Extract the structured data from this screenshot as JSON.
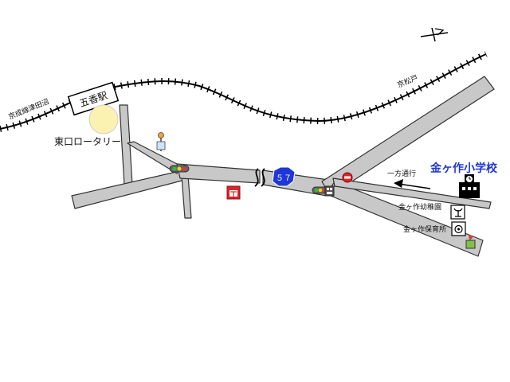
{
  "map": {
    "railway": {
      "line_left_label": "京成線津田沼",
      "line_right_label": "京松戸"
    },
    "station": {
      "name": "五香駅"
    },
    "rotary": {
      "label": "東口ロータリー"
    },
    "route_number": "５７",
    "one_way": {
      "label": "一方通行"
    },
    "school": {
      "name": "金ヶ作小学校"
    },
    "kindergarten": {
      "name": "金ヶ作幼稚園"
    },
    "nursery": {
      "name": "金ヶ作保育所"
    },
    "colors": {
      "road_fill": "#c8c8c8",
      "road_edge": "#333333",
      "rail": "#000000",
      "route_badge": "#1f37d6",
      "school_label": "#1f37d6",
      "post_office": "#d8262a",
      "rotary_circle": "#fbf1b0",
      "no_entry": "#d8262a"
    },
    "icons": [
      "north-arrow-icon",
      "traffic-light-icon",
      "post-office-icon",
      "route-shield-icon",
      "no-entry-sign-icon",
      "one-way-arrow-icon",
      "school-icon",
      "kindergarten-icon",
      "nursery-icon",
      "police-box-icon",
      "bus-stop-icon"
    ]
  }
}
